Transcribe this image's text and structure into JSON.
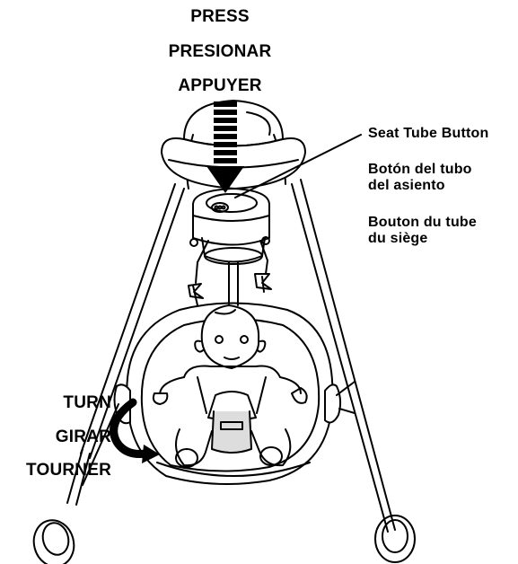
{
  "press_labels": [
    "PRESS",
    "PRESIONAR",
    "APPUYER"
  ],
  "turn_labels": [
    "TURN",
    "GIRAR",
    "TOURNER"
  ],
  "callout": {
    "en": "Seat Tube Button",
    "es_line1": "Botón del tubo",
    "es_line2": "del asiento",
    "fr_line1": "Bouton du tube",
    "fr_line2": "du siège"
  },
  "icons": [
    "press-down-arrow-icon",
    "turn-curved-arrow-icon"
  ]
}
